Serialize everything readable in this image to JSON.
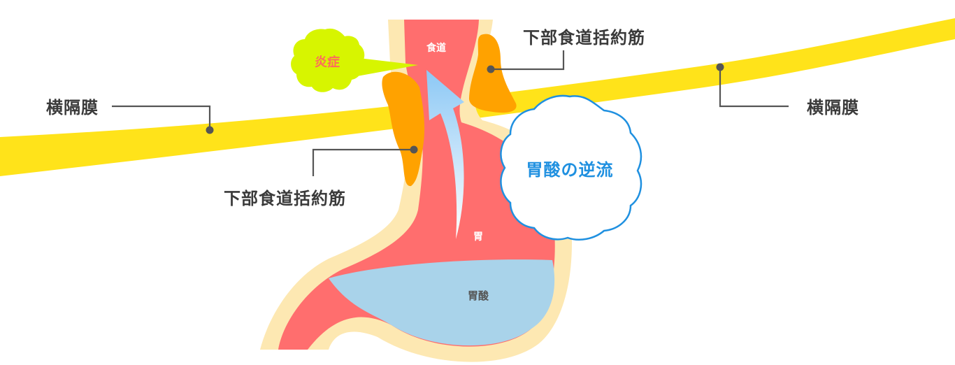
{
  "labels": {
    "esophagus": "食道",
    "stomach": "胃",
    "gastric_acid": "胃酸",
    "inflammation": "炎症",
    "acid_reflux": "胃酸の逆流",
    "diaphragm_left": "横隔膜",
    "diaphragm_right": "横隔膜",
    "sphincter_top": "下部食道括約筋",
    "sphincter_bottom": "下部食道括約筋"
  },
  "colors": {
    "diaphragm": "#ffe31a",
    "wall": "#fde8b2",
    "lumen": "#ff6e6e",
    "acid": "#a9d3ea",
    "sphincter": "#ffa200",
    "inflammation_bubble": "#d7f500",
    "reflux_border": "#1f90e0",
    "reflux_arrow": "#8cc8f5",
    "leader": "#555555"
  }
}
